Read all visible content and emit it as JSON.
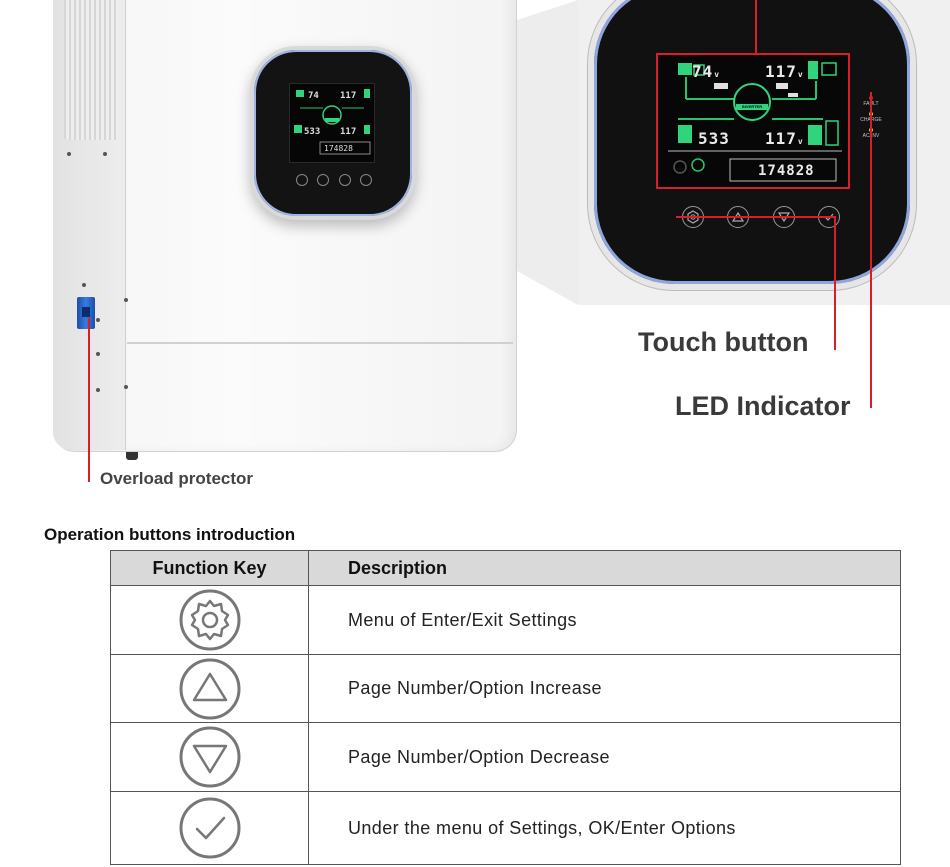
{
  "callouts": {
    "touch_button": "Touch button",
    "led_indicator": "LED Indicator",
    "overload_protector": "Overload protector"
  },
  "lcd": {
    "top_left_value": "74",
    "top_left_unit": "v",
    "top_right_value": "117",
    "top_right_unit": "v",
    "mid_left_value": "533",
    "mid_right_value": "117",
    "mid_right_unit": "v",
    "bottom_value": "174828",
    "inverter_tag": "INVERTER"
  },
  "led_labels": [
    "FAULT",
    "CHARGE",
    "AC/INV"
  ],
  "section_title": "Operation buttons introduction",
  "table": {
    "headers": {
      "key": "Function Key",
      "description": "Description"
    },
    "rows": [
      {
        "icon": "settings-gear-icon",
        "description": "Menu of Enter/Exit Settings"
      },
      {
        "icon": "triangle-up-icon",
        "description": "Page Number/Option Increase"
      },
      {
        "icon": "triangle-down-icon",
        "description": "Page Number/Option Decrease"
      },
      {
        "icon": "check-mark-icon",
        "description": "Under the menu of Settings, OK/Enter Options"
      }
    ]
  },
  "colors": {
    "callout_line": "#d81e2a",
    "lcd_green": "#2fd47c",
    "ring_blue": "#8ea6df",
    "header_fill": "#d9d9d9"
  }
}
